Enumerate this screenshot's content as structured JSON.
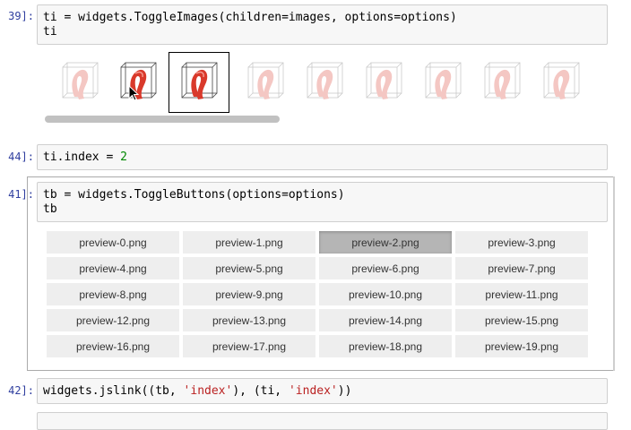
{
  "cells": [
    {
      "prompt": "39]:",
      "lines": [
        "ti = widgets.ToggleImages(children=images, options=options)",
        "ti"
      ]
    },
    {
      "prompt": "44]:",
      "line_a": "ti.index = ",
      "line_num": "2"
    },
    {
      "prompt": "41]:",
      "lines": [
        "tb = widgets.ToggleButtons(options=options)",
        "tb"
      ]
    },
    {
      "prompt": "42]:",
      "a": "widgets.jslink((tb, ",
      "s1": "'index'",
      "b": "), (ti, ",
      "s2": "'index'",
      "c": "))"
    }
  ],
  "toggle_images": {
    "selected_index": 2,
    "thumbnails": [
      "preview-0",
      "preview-1",
      "preview-2",
      "preview-3",
      "preview-4",
      "preview-5",
      "preview-6",
      "preview-7",
      "preview-8"
    ]
  },
  "toggle_buttons": {
    "selected_index": 2,
    "options": [
      "preview-0.png",
      "preview-1.png",
      "preview-2.png",
      "preview-3.png",
      "preview-4.png",
      "preview-5.png",
      "preview-6.png",
      "preview-7.png",
      "preview-8.png",
      "preview-9.png",
      "preview-10.png",
      "preview-11.png",
      "preview-12.png",
      "preview-13.png",
      "preview-14.png",
      "preview-15.png",
      "preview-16.png",
      "preview-17.png",
      "preview-18.png",
      "preview-19.png"
    ]
  },
  "colors": {
    "prompt": "#303f9f",
    "number": "#008800",
    "string": "#ba2121",
    "shape": "#d9392b"
  }
}
